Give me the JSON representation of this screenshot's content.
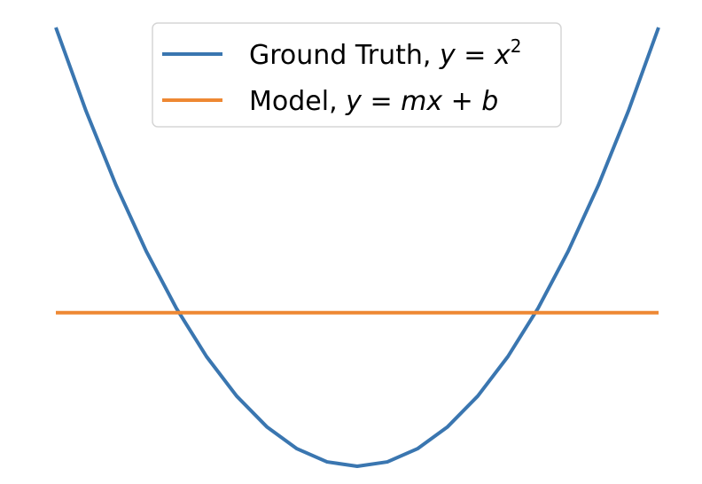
{
  "chart_data": {
    "type": "line",
    "title": "",
    "xlabel": "",
    "ylabel": "",
    "axes_visible": false,
    "grid": false,
    "legend_position": "upper center",
    "xlim": [
      -1,
      1
    ],
    "ylim": [
      0,
      1
    ],
    "series": [
      {
        "name": "Ground Truth, y = x^2",
        "legend_prefix": "Ground Truth, ",
        "legend_math": "y = x",
        "legend_superscript": "2",
        "color": "#3a76b0",
        "x": [
          -1.0,
          -0.9,
          -0.8,
          -0.7,
          -0.6,
          -0.5,
          -0.4,
          -0.3,
          -0.2,
          -0.1,
          0.0,
          0.1,
          0.2,
          0.3,
          0.4,
          0.5,
          0.6,
          0.7,
          0.8,
          0.9,
          1.0
        ],
        "y": [
          1.0,
          0.81,
          0.64,
          0.49,
          0.36,
          0.25,
          0.16,
          0.09,
          0.04,
          0.01,
          0.0,
          0.01,
          0.04,
          0.09,
          0.16,
          0.25,
          0.36,
          0.49,
          0.64,
          0.81,
          1.0
        ]
      },
      {
        "name": "Model, y = mx + b",
        "legend_prefix": "Model, ",
        "legend_math": "y = mx + b",
        "legend_superscript": "",
        "color": "#ee8833",
        "x": [
          -1.0,
          1.0
        ],
        "y": [
          0.35,
          0.35
        ]
      }
    ]
  }
}
